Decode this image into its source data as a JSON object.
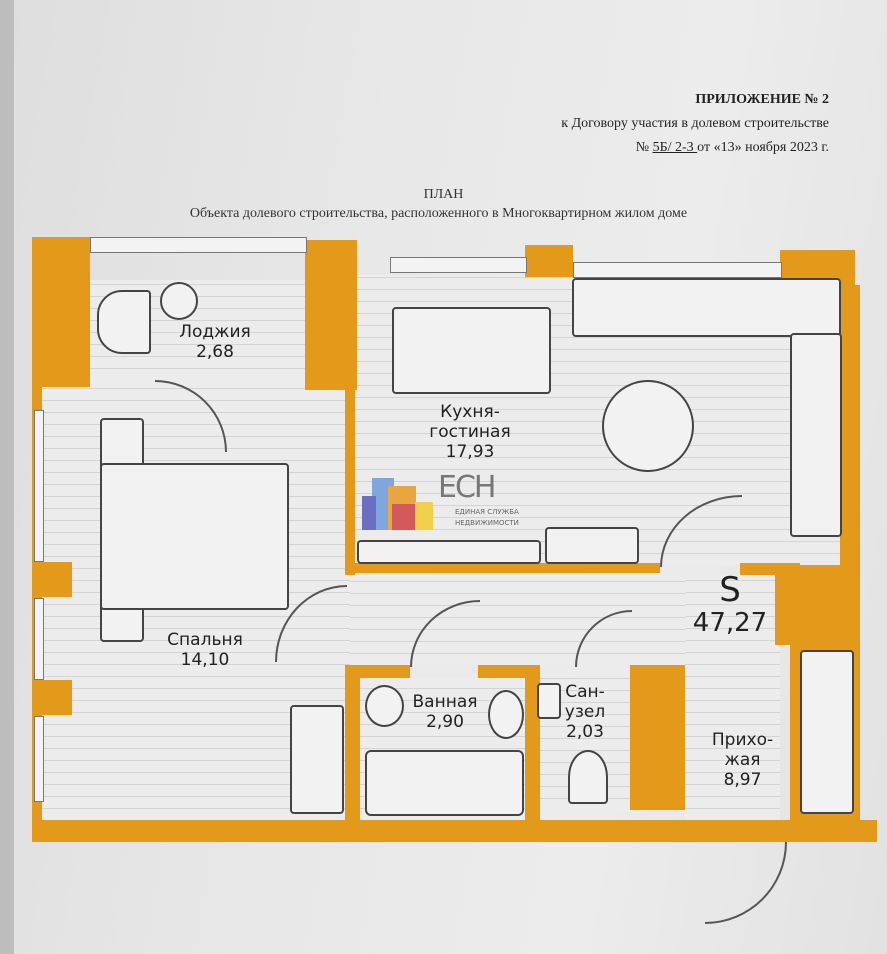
{
  "header": {
    "title": "ПРИЛОЖЕНИЕ № 2",
    "line1": "к Договору участия в долевом строительстве",
    "line2_prefix": "№",
    "contract_no": "5Б/ 2-3 ",
    "line2_suffix": "от «13» ноября 2023 г."
  },
  "plan": {
    "title": "ПЛАН",
    "subtitle": "Объекта долевого строительства, расположенного в Многоквартирном жилом доме"
  },
  "rooms": [
    {
      "name": "Лоджия",
      "area": "2,68"
    },
    {
      "name": "Кухня-\nгостиная",
      "area": "17,93"
    },
    {
      "name": "Спальня",
      "area": "14,10"
    },
    {
      "name": "Ванная",
      "area": "2,90"
    },
    {
      "name": "Сан-\nузел",
      "area": "2,03"
    },
    {
      "name": "Прихо-\nжая",
      "area": "8,97"
    }
  ],
  "total": {
    "symbol": "S",
    "area": "47,27"
  },
  "watermark": {
    "logo": "ЕСН",
    "line1": "ЕДИНАЯ СЛУЖБА",
    "line2": "НЕДВИЖИМОСТИ"
  },
  "colors": {
    "wall": "#e39a1a"
  }
}
